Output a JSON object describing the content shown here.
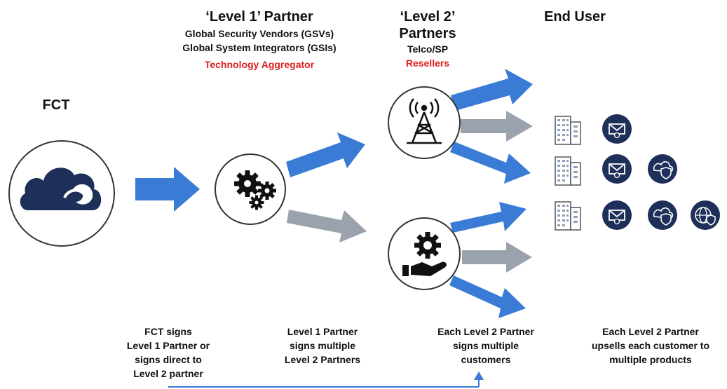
{
  "headers": {
    "level1": {
      "title": "‘Level 1’ Partner",
      "line1": "Global Security Vendors (GSVs)",
      "line2": "Global System Integrators (GSIs)",
      "highlight": "Technology Aggregator"
    },
    "level2": {
      "title_line1": "‘Level 2’",
      "title_line2": "Partners",
      "line1": "Telco/SP",
      "highlight": "Resellers"
    },
    "end_user": {
      "title": "End User"
    },
    "fct": {
      "title": "FCT"
    }
  },
  "captions": {
    "fct": [
      "FCT signs",
      "Level 1 Partner or",
      "signs direct to",
      "Level 2 partner"
    ],
    "level1": [
      "Level 1 Partner",
      "signs multiple",
      "Level 2 Partners"
    ],
    "level2": [
      "Each Level 2 Partner",
      "signs multiple",
      "customers"
    ],
    "end_user": [
      "Each Level 2 Partner",
      "upsells each customer to",
      "multiple products"
    ]
  },
  "colors": {
    "arrow_blue": "#3a7bd5",
    "arrow_gray": "#9aa3ad",
    "navy": "#1e2f5a",
    "highlight_red": "#e02020"
  },
  "icons": {
    "fct_node": "cloud-logo-icon",
    "level1_node": "gears-icon",
    "telco_node": "radio-tower-icon",
    "reseller_node": "hand-gear-icon",
    "customer": "office-building-icon",
    "product_email": "email-security-icon",
    "product_cloud": "cloud-shield-icon",
    "product_web": "globe-shield-icon"
  }
}
